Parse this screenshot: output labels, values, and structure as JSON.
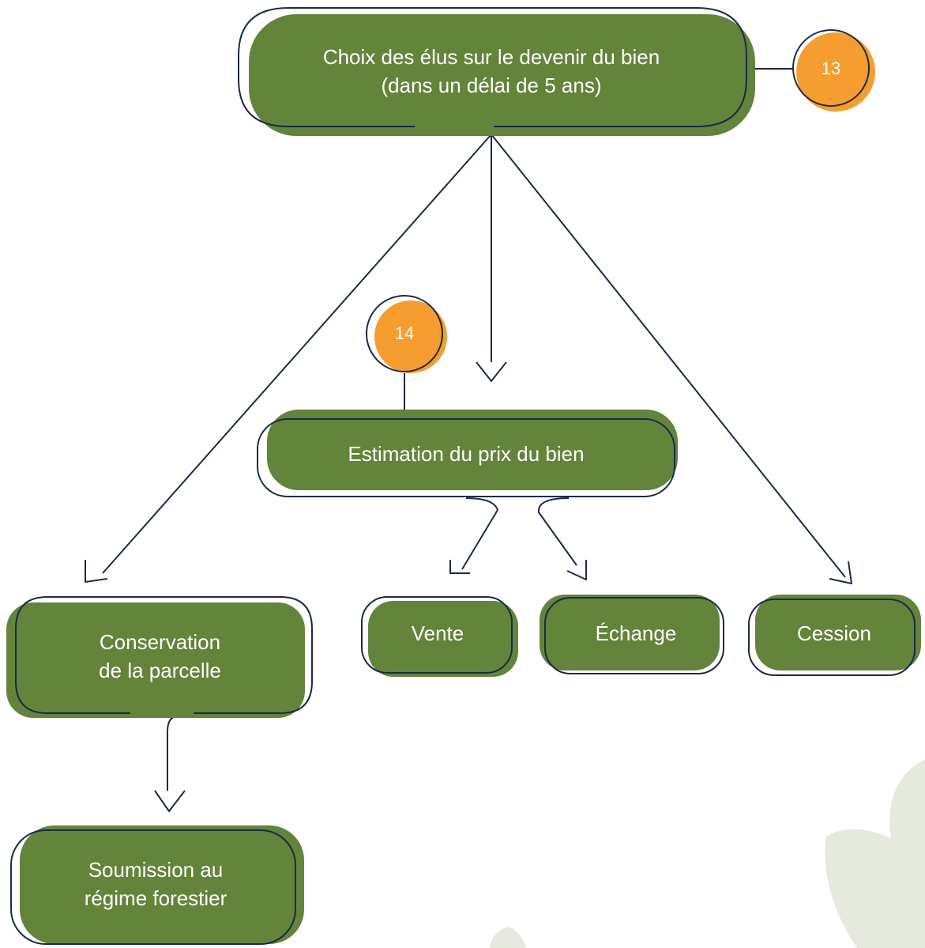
{
  "colors": {
    "box_fill": "#62843b",
    "outline": "#1b2a4a",
    "badge_fill": "#f59e2f",
    "leaf_decoration": "#e6e9dd"
  },
  "nodes": {
    "top": {
      "line1": "Choix des élus sur le devenir du bien",
      "line2": "(dans un délai de 5 ans)"
    },
    "estimation": {
      "text": "Estimation du prix du bien"
    },
    "conservation": {
      "line1": "Conservation",
      "line2": "de la parcelle"
    },
    "vente": {
      "text": "Vente"
    },
    "echange": {
      "text": "Échange"
    },
    "cession": {
      "text": "Cession"
    },
    "soumission": {
      "line1": "Soumission au",
      "line2": "régime forestier"
    }
  },
  "badges": {
    "step13": "13",
    "step14": "14"
  }
}
